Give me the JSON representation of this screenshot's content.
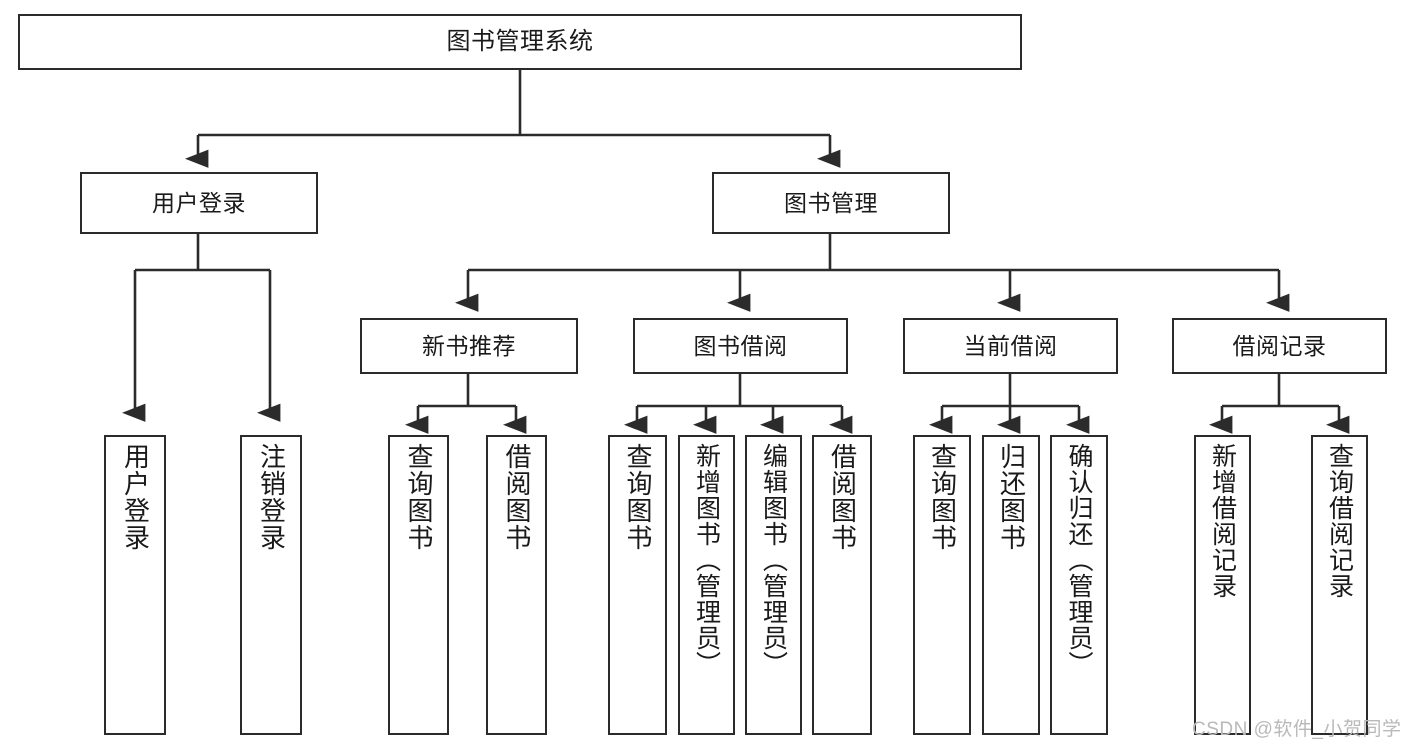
{
  "diagram": {
    "title": "图书管理系统",
    "type": "tree-hierarchy-chart",
    "stroke_color": "#2b2b2b",
    "fill_color": "#ffffff",
    "text_color": "#1a1a1a"
  },
  "nodes": {
    "root": {
      "label": "图书管理系统"
    },
    "level1": [
      {
        "label": "用户登录"
      },
      {
        "label": "图书管理"
      }
    ],
    "level2": [
      {
        "label": "新书推荐"
      },
      {
        "label": "图书借阅"
      },
      {
        "label": "当前借阅"
      },
      {
        "label": "借阅记录"
      }
    ],
    "user_login_children": [
      {
        "label": "用户登录"
      },
      {
        "label": "注销登录"
      }
    ],
    "new_book_children": [
      {
        "label": "查询图书"
      },
      {
        "label": "借阅图书"
      }
    ],
    "borrow_children": [
      {
        "label": "查询图书"
      },
      {
        "label": "新增图书（管理员）"
      },
      {
        "label": "编辑图书（管理员）"
      },
      {
        "label": "借阅图书"
      }
    ],
    "current_borrow_children": [
      {
        "label": "查询图书"
      },
      {
        "label": "归还图书"
      },
      {
        "label": "确认归还（管理员）"
      }
    ],
    "record_children": [
      {
        "label": "新增借阅记录"
      },
      {
        "label": "查询借阅记录"
      }
    ]
  },
  "watermark": {
    "text": "CSDN @软件_小贺同学"
  }
}
